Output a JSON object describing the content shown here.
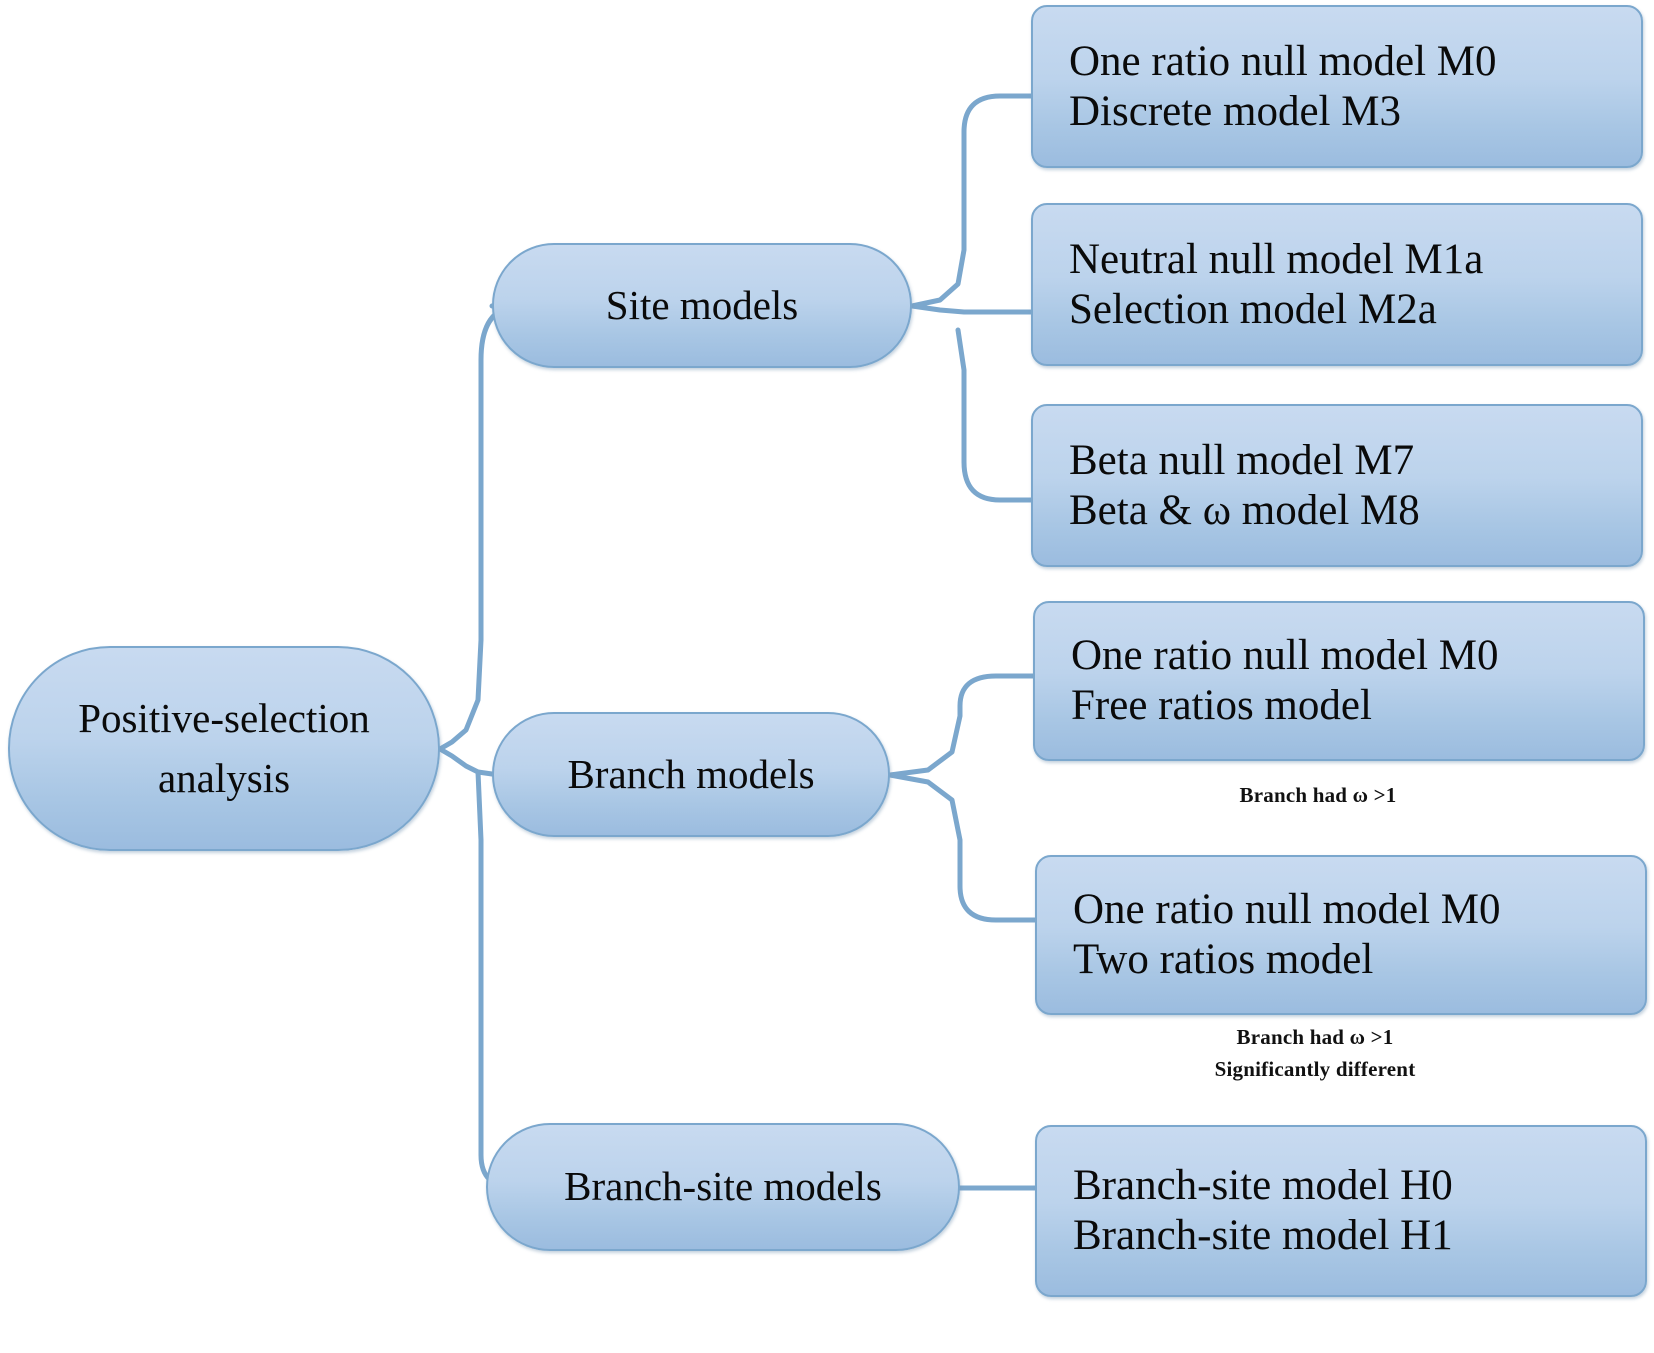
{
  "diagram": {
    "title": "Positive-selection analysis workflow",
    "colors": {
      "box_fill_top": "#c8daf0",
      "box_fill_bottom": "#9bbcdf",
      "box_border": "#7ba7cd",
      "connector": "#7ba7cd",
      "text": "#0a0a0a",
      "background": "#ffffff"
    },
    "root": {
      "lines": [
        "Positive-selection",
        "analysis"
      ]
    },
    "categories": [
      {
        "id": "site",
        "label": "Site models"
      },
      {
        "id": "branch",
        "label": "Branch models"
      },
      {
        "id": "branch-site",
        "label": "Branch-site models"
      }
    ],
    "leaves": [
      {
        "id": "site-1",
        "parent": "site",
        "lines": [
          "One ratio null model M0",
          "Discrete model M3"
        ]
      },
      {
        "id": "site-2",
        "parent": "site",
        "lines": [
          "Neutral null model M1a",
          "Selection model M2a"
        ]
      },
      {
        "id": "site-3",
        "parent": "site",
        "lines": [
          "Beta null model M7",
          "Beta & ω model M8"
        ]
      },
      {
        "id": "branch-1",
        "parent": "branch",
        "lines": [
          "One ratio null model M0",
          "Free ratios model"
        ]
      },
      {
        "id": "branch-2",
        "parent": "branch",
        "lines": [
          "One ratio null model M0",
          "Two ratios model"
        ]
      },
      {
        "id": "bsite-1",
        "parent": "branch-site",
        "lines": [
          "Branch-site model H0",
          "Branch-site model H1"
        ]
      }
    ],
    "annotations": [
      {
        "id": "ann-branch-1",
        "lines": [
          "Branch had ω >1"
        ]
      },
      {
        "id": "ann-branch-2",
        "lines": [
          "Branch had ω >1",
          "Significantly different"
        ]
      }
    ]
  }
}
